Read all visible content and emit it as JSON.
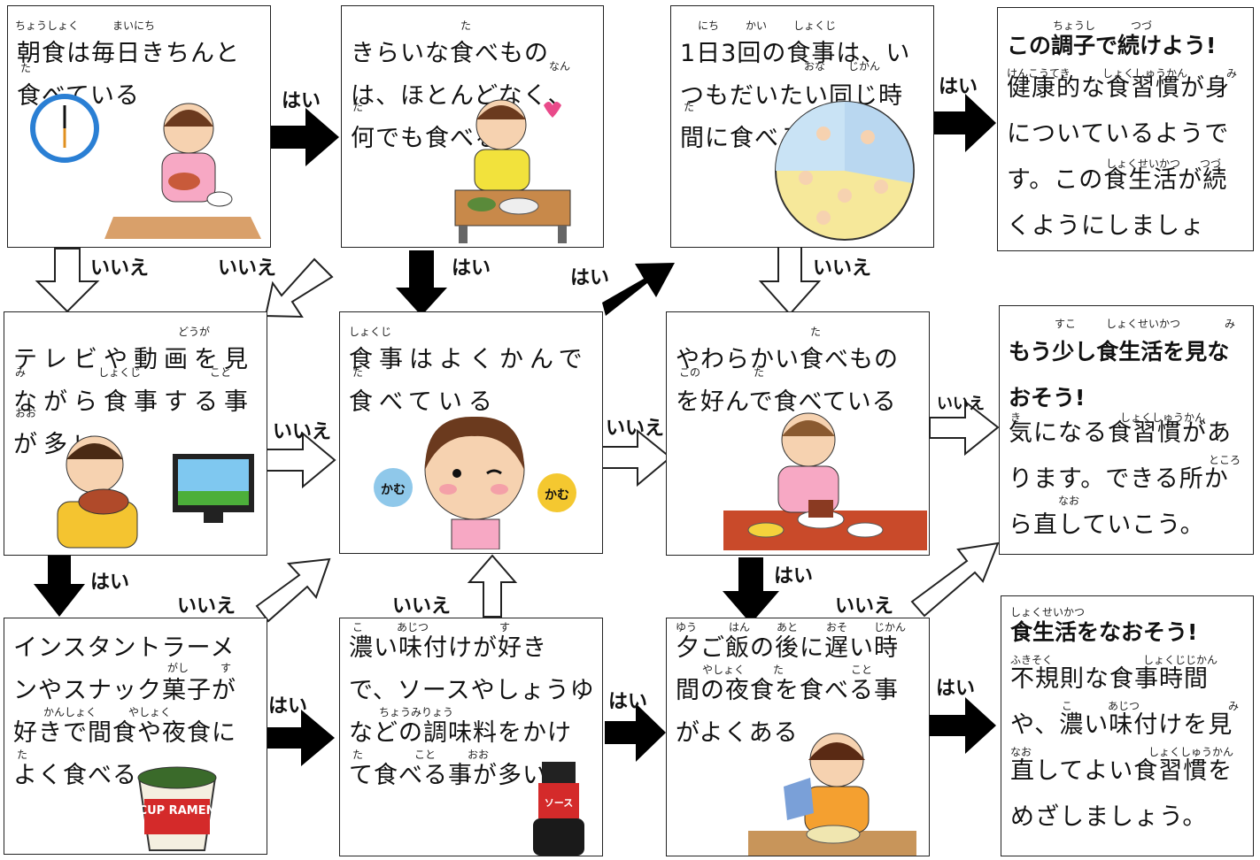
{
  "nodes": {
    "breakfast": {
      "text": "朝食は毎日きちんと食べている",
      "furigana": [
        "ちょうしょく",
        "まいにち",
        "た"
      ]
    },
    "no_dislike": {
      "text": "きらいな食べものは、ほとんどなく、何でも食べる",
      "furigana": [
        "た",
        "なん",
        "た"
      ]
    },
    "regular_time": {
      "text": "1日3回の食事は、いつもだいたい同じ時間に食べる",
      "furigana": [
        "にち",
        "かい",
        "しょくじ",
        "おな",
        "じかん",
        "た"
      ]
    },
    "tv": {
      "text": "テレビや動画を見ながら食事する事が多い",
      "furigana": [
        "どうが",
        "み",
        "しょくじ",
        "こと",
        "おお"
      ]
    },
    "chew": {
      "text": "食事はよくかんで食べている",
      "furigana": [
        "しょくじ",
        "た"
      ]
    },
    "soft_food": {
      "text": "やわらかい食べものを好んで食べている",
      "furigana": [
        "た",
        "この",
        "た"
      ]
    },
    "instant": {
      "text": "インスタントラーメンやスナック菓子が好きで間食や夜食によく食べる",
      "furigana": [
        "がし",
        "す",
        "かんしょく",
        "やしょく",
        "た"
      ]
    },
    "strong_taste": {
      "text": "濃い味付けが好きで、ソースやしょうゆなどの調味料をかけて食べる事が多い",
      "furigana": [
        "こ",
        "あじつ",
        "す",
        "ちょうみりょう",
        "た",
        "こと",
        "おお"
      ]
    },
    "late_meal": {
      "text": "夕ご飯の後に遅い時間の夜食を食べる事がよくある",
      "furigana": [
        "ゆう",
        "はん",
        "あと",
        "おそ",
        "じかん",
        "やしょく",
        "た",
        "こと"
      ]
    }
  },
  "results": {
    "good": {
      "title": "この調子で続けよう!",
      "body": "健康的な食習慣が身についているようです。この食生活が続くようにしましょう。",
      "furigana": [
        "ちょうし",
        "つづ",
        "けんこうてき",
        "しょくしゅうかん",
        "み",
        "しょくせいかつ",
        "つづ"
      ]
    },
    "review": {
      "title": "もう少し食生活を見なおそう!",
      "body": "気になる食習慣があります。できる所から直していこう。",
      "furigana": [
        "すこ",
        "しょくせいかつ",
        "み",
        "き",
        "しょくしゅうかん",
        "ところ",
        "なお"
      ]
    },
    "fix": {
      "title": "食生活をなおそう!",
      "body": "不規則な食事時間や、濃い味付けを見直してよい食習慣をめざしましょう。",
      "furigana": [
        "しょくせいかつ",
        "ふきそく",
        "しょくじじかん",
        "こ",
        "あじつ",
        "み",
        "なお",
        "しょくしゅうかん"
      ]
    }
  },
  "labels": {
    "yes": "はい",
    "no": "いいえ"
  },
  "picture_text": {
    "kamu": "かむ",
    "cup_ramen": "CUP RAMEN",
    "sauce": "ソース"
  }
}
